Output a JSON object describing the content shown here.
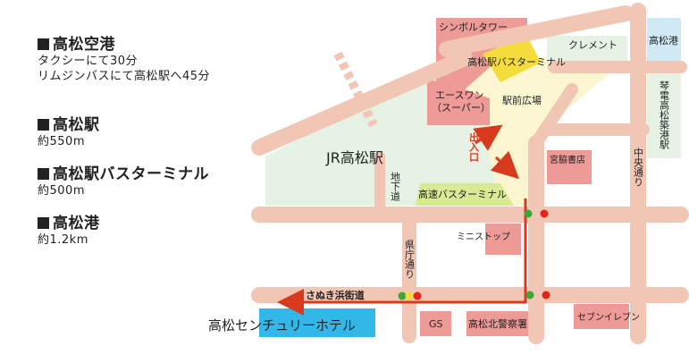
{
  "legend": [
    {
      "title": "高松空港",
      "lines": [
        "タクシーにて30分",
        "リムジンバスにて高松駅へ45分"
      ]
    },
    {
      "title": "高松駅",
      "lines": [
        "約550m"
      ]
    },
    {
      "title": "高松駅バスターミナル",
      "lines": [
        "約500m"
      ]
    },
    {
      "title": "高松港",
      "lines": [
        "約1.2km"
      ]
    }
  ],
  "map": {
    "station_label": "JR高松駅",
    "symbol_tower": "シンボルタワー",
    "clement": "クレメント",
    "takamatsu_port": "高松港",
    "bus_terminal_station": "高松駅バスターミナル",
    "ace_one": "エースワン",
    "ace_one_sub": "（スーパー）",
    "station_square": "駅前広場",
    "kotoden": "琴電高松築港駅",
    "entrance": "出入口",
    "miyawaki": "宮脇書店",
    "chuo_dori": "中央通り",
    "chika": "地下道",
    "highway_bus": "高速バスターミナル",
    "ministop": "ミニストップ",
    "kencho_dori": "県庁通り",
    "sanuki": "さぬき浜街道",
    "gs": "GS",
    "police": "高松北警察署",
    "seven": "セブンイレブン",
    "hotel": "高松センチュリーホテル"
  },
  "colors": {
    "road": "#f2c6b4",
    "station_area": "#e6f2e4",
    "square": "#fbf6cf",
    "building": "#ee9a96",
    "hotel": "#33b6e8",
    "bus_terminal": "#d9ea94",
    "yellow": "#f4dc3c",
    "port": "#cfe9f5",
    "route": "#d83a1e",
    "signal_red": "#e1261c",
    "signal_green": "#3da635"
  }
}
